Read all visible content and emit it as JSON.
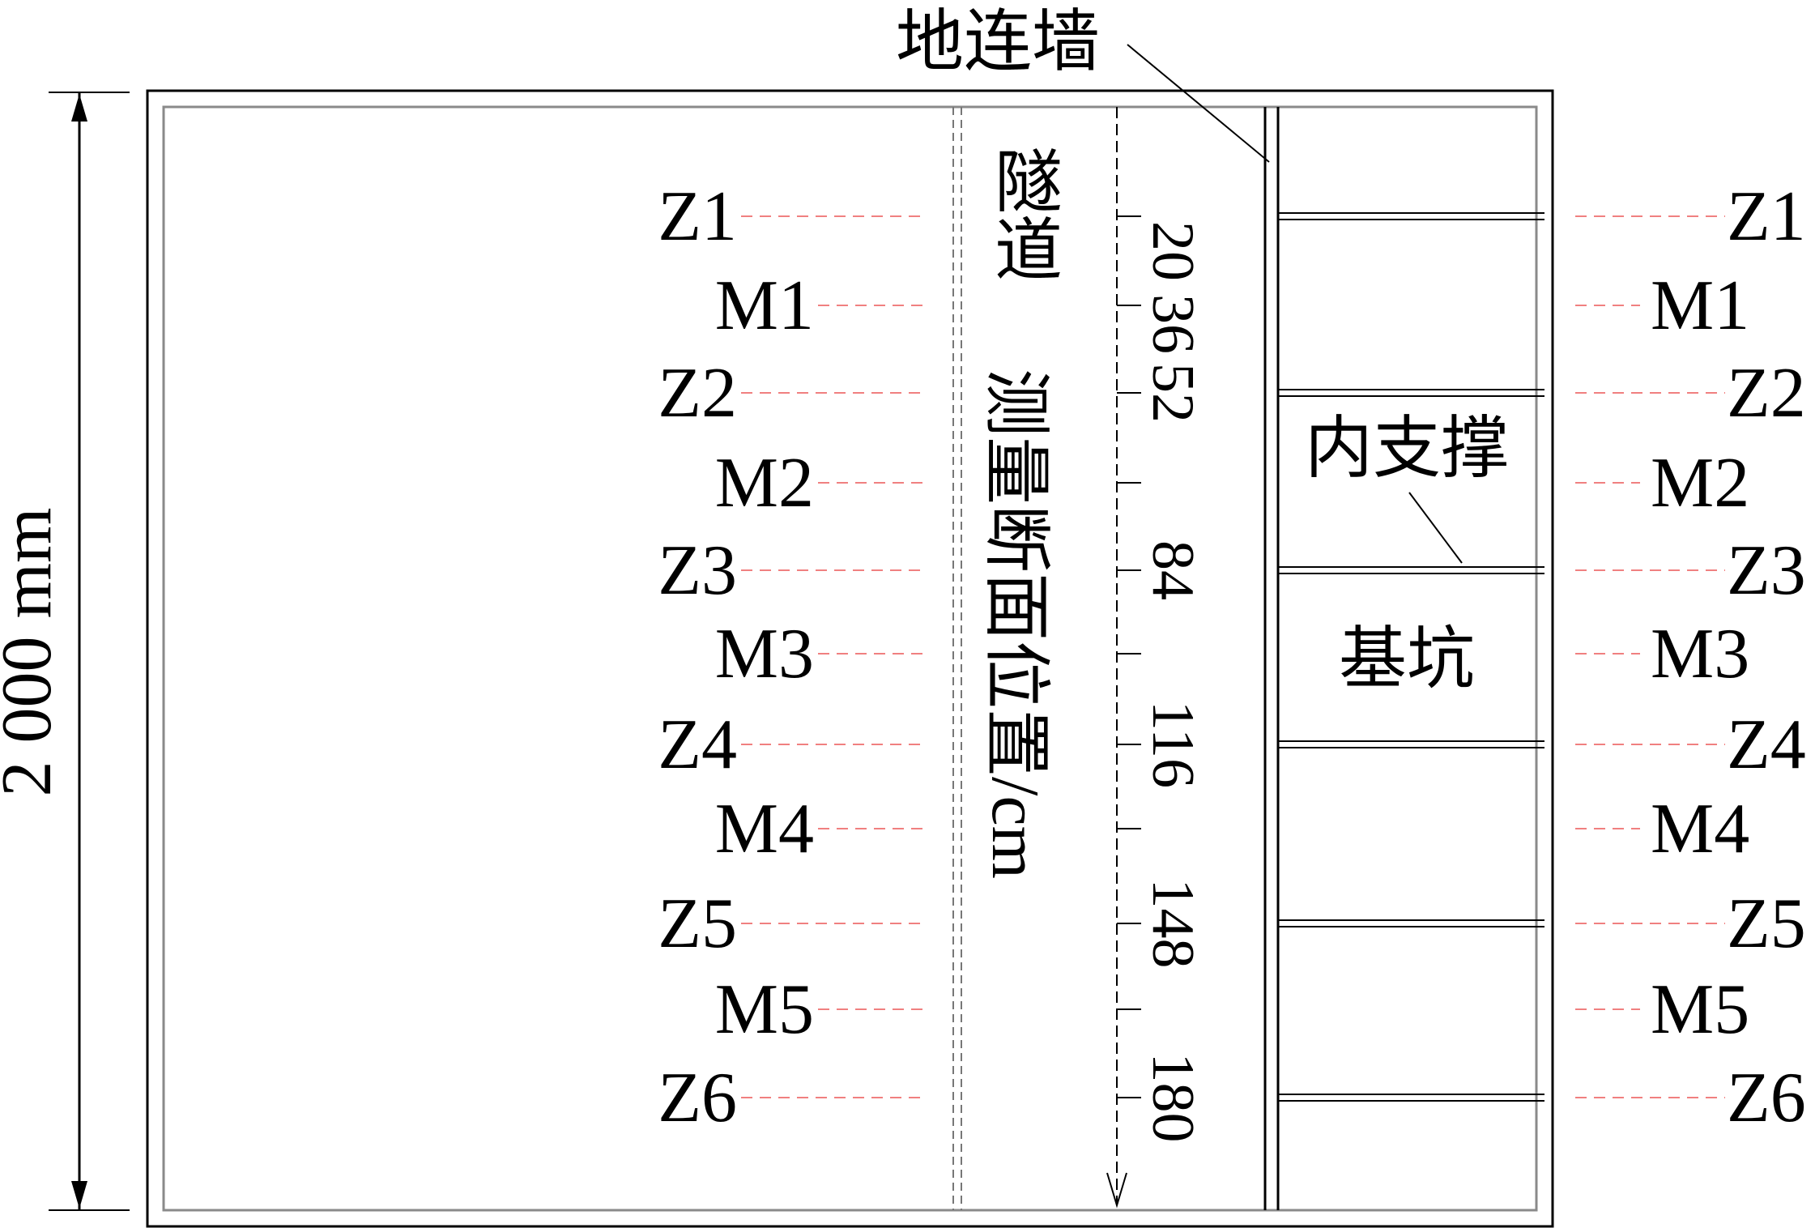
{
  "diagram": {
    "dimension_label": "2 000 mm",
    "wall_label": "地连墙",
    "tunnel_label": "隧道",
    "section_label": "测量断面位置/cm",
    "strut_label": "内支撑",
    "pit_label": "基坑",
    "tick_values": [
      "20",
      "36",
      "52",
      "84",
      "116",
      "148",
      "180"
    ],
    "left_markers": [
      "Z1",
      "M1",
      "Z2",
      "M2",
      "Z3",
      "M3",
      "Z4",
      "M4",
      "Z5",
      "M5",
      "Z6"
    ],
    "right_markers": [
      "Z1",
      "M1",
      "Z2",
      "M2",
      "Z3",
      "M3",
      "Z4",
      "M4",
      "Z5",
      "M5",
      "Z6"
    ],
    "colors": {
      "line": "#000000",
      "leader_dash": "#f08080",
      "border_gray": "#8a8a8a"
    }
  }
}
